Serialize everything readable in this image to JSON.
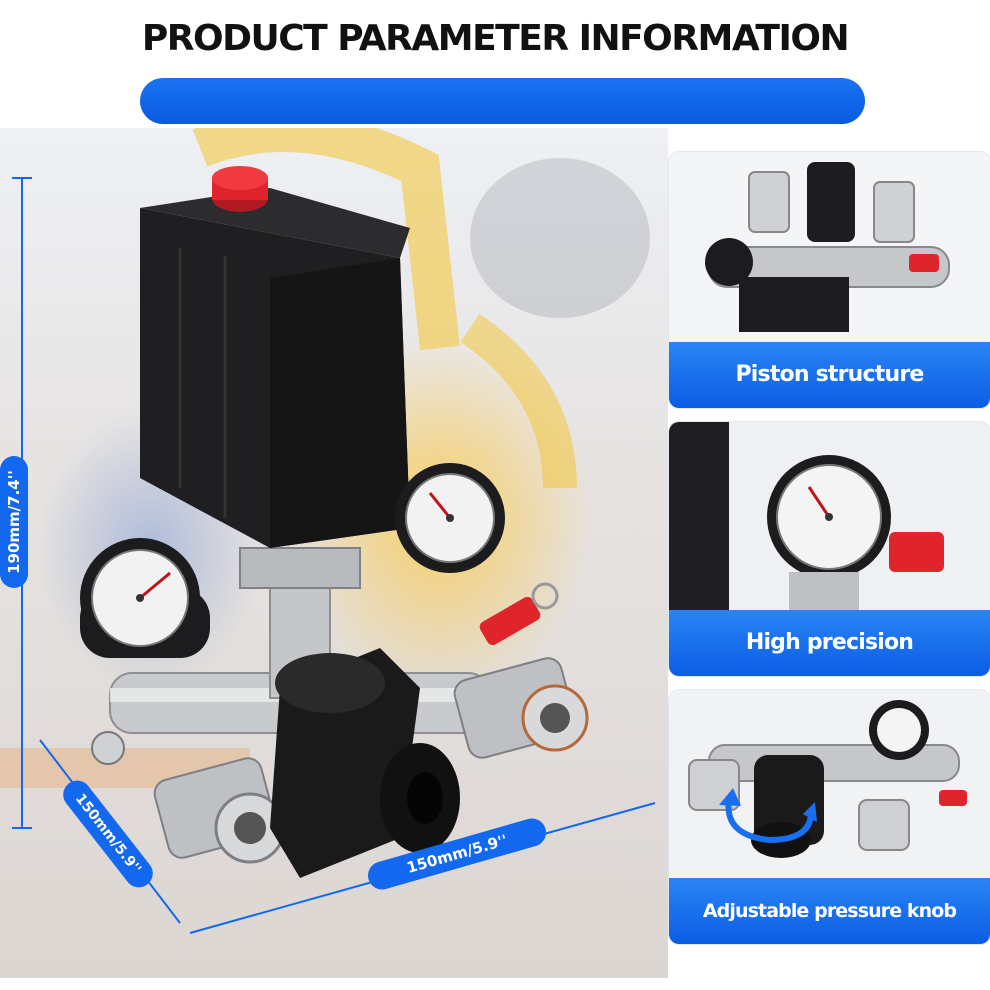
{
  "header": {
    "title": "PRODUCT PARAMETER INFORMATION"
  },
  "dimensions": {
    "height": "190mm/7.4''",
    "depth": "150mm/5.9''",
    "width": "150mm/5.9''"
  },
  "features": [
    {
      "label": "Piston structure"
    },
    {
      "label": "High precision"
    },
    {
      "label": "Adjustable pressure knob"
    }
  ],
  "colors": {
    "accent": "#0b5de4",
    "title": "#111111",
    "knob": "#e0242c",
    "body": "#1c1c1e",
    "metal": "#c8c9cc"
  },
  "icons": [
    "rotate-arrow-icon"
  ]
}
